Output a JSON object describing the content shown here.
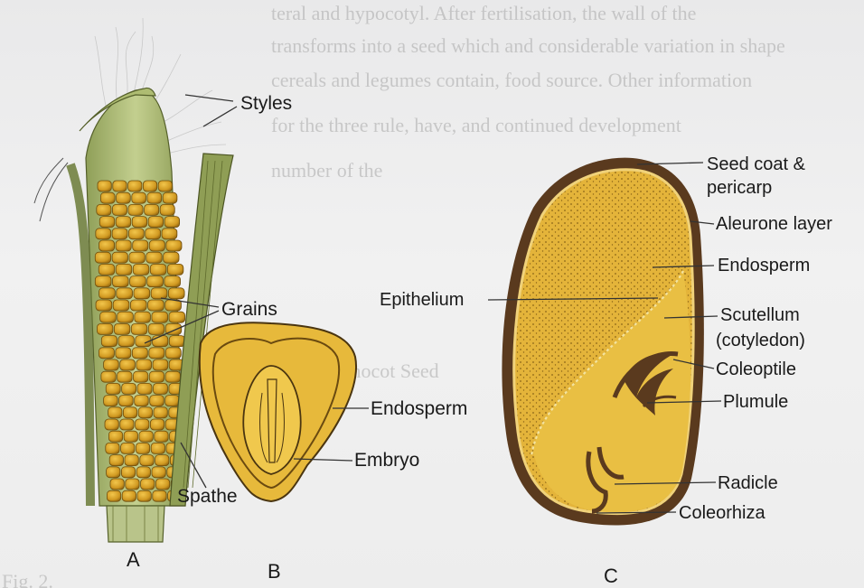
{
  "background_text": {
    "line1": "teral and hypocotyl. After fertilisation, the wall of the",
    "line2": "transforms into a seed which and considerable variation in shape",
    "line3": "cereals and legumes contain, food source. Other information",
    "line4": "for the three rule, have, and continued development",
    "line5": "number of the",
    "heading": "Structure of Monocot Seed",
    "footer": "Fig. 2."
  },
  "figure_a": {
    "letter": "A",
    "labels": {
      "styles": "Styles",
      "grains": "Grains",
      "spathe": "Spathe"
    }
  },
  "figure_b": {
    "letter": "B",
    "labels": {
      "endosperm": "Endosperm",
      "embryo": "Embryo"
    }
  },
  "figure_c": {
    "letter": "C",
    "labels": {
      "seed_coat_1": "Seed coat &",
      "seed_coat_2": "pericarp",
      "aleurone": "Aleurone layer",
      "endosperm": "Endosperm",
      "epithelium": "Epithelium",
      "scutellum_1": "Scutellum",
      "scutellum_2": "(cotyledon)",
      "coleoptile": "Coleoptile",
      "plumule": "Plumule",
      "radicle": "Radicle",
      "coleorhiza": "Coleorhiza"
    }
  },
  "colors": {
    "grain": "#d9a52a",
    "endosperm": "#e6b73a",
    "scutellum": "#edc44a",
    "seed_coat": "#5a3a1e",
    "husk": "#a7b86e"
  }
}
